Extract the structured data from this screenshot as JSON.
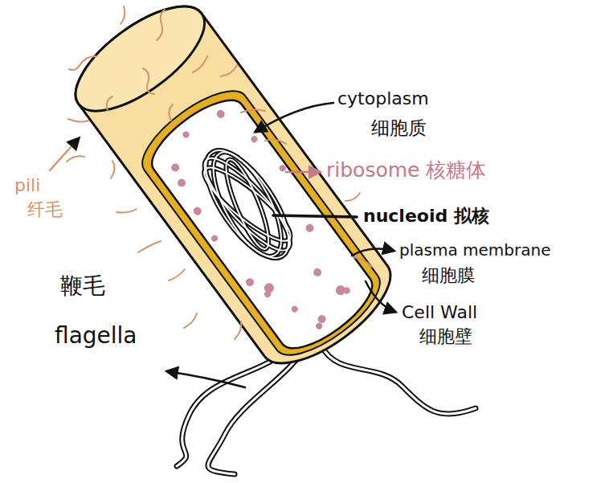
{
  "diagram": {
    "labels": [
      "cytoplasm",
      "细胞质",
      "ribosome 核糖体",
      "nucleoid 拟核",
      "plasma membrane",
      "细胞膜",
      "Cell Wall",
      "细胞壁",
      "pili",
      "纤毛",
      "鞭毛",
      "flagella"
    ]
  }
}
